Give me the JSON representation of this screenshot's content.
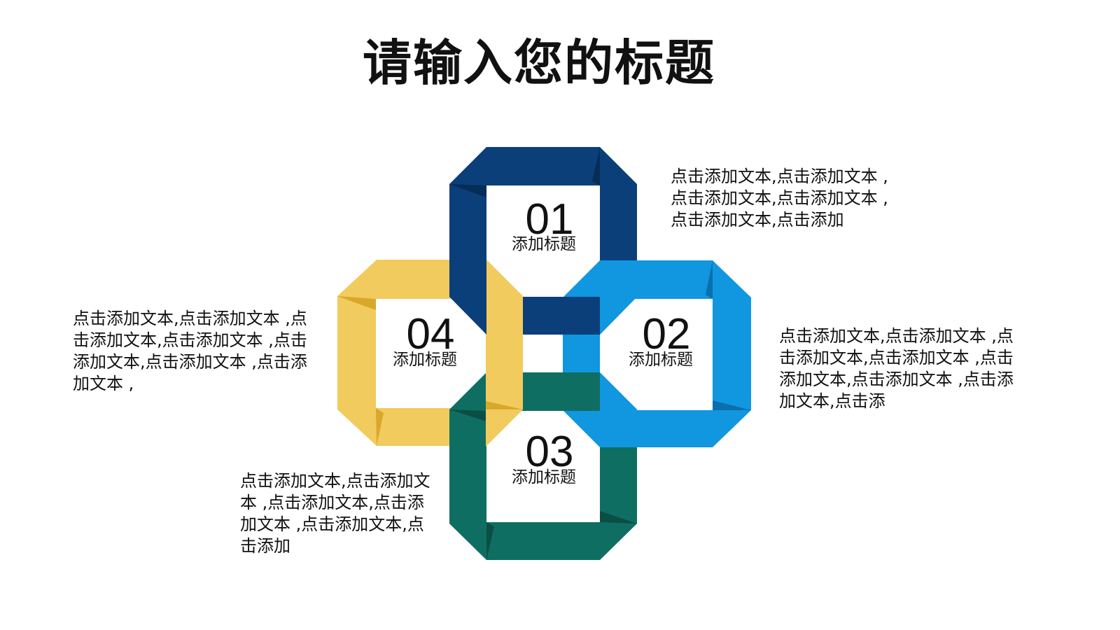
{
  "title": "请输入您的标题",
  "colors": {
    "ring_01": "#0B3F7A",
    "ring_01_dark": "#062C58",
    "ring_02": "#1196E0",
    "ring_02_dark": "#0A6FAE",
    "ring_03": "#0F6E62",
    "ring_03_dark": "#0A4E46",
    "ring_04": "#F2CB5E",
    "ring_04_dark": "#D9A82A"
  },
  "items": [
    {
      "number": "01",
      "label": "添加标题",
      "description": "点击添加文本,点击添加文本 ,点击添加文本,点击添加文本 ,点击添加文本,点击添加"
    },
    {
      "number": "02",
      "label": "添加标题",
      "description": "点击添加文本,点击添加文本 ,点击添加文本,点击添加文本 ,点击添加文本,点击添加文本 ,点击添加文本,点击添"
    },
    {
      "number": "03",
      "label": "添加标题",
      "description": "点击添加文本,点击添加文本 ,点击添加文本,点击添加文本 ,点击添加文本,点击添加"
    },
    {
      "number": "04",
      "label": "添加标题",
      "description": "点击添加文本,点击添加文本 ,点击添加文本,点击添加文本 ,点击添加文本,点击添加文本 ,点击添加文本 ,"
    }
  ]
}
